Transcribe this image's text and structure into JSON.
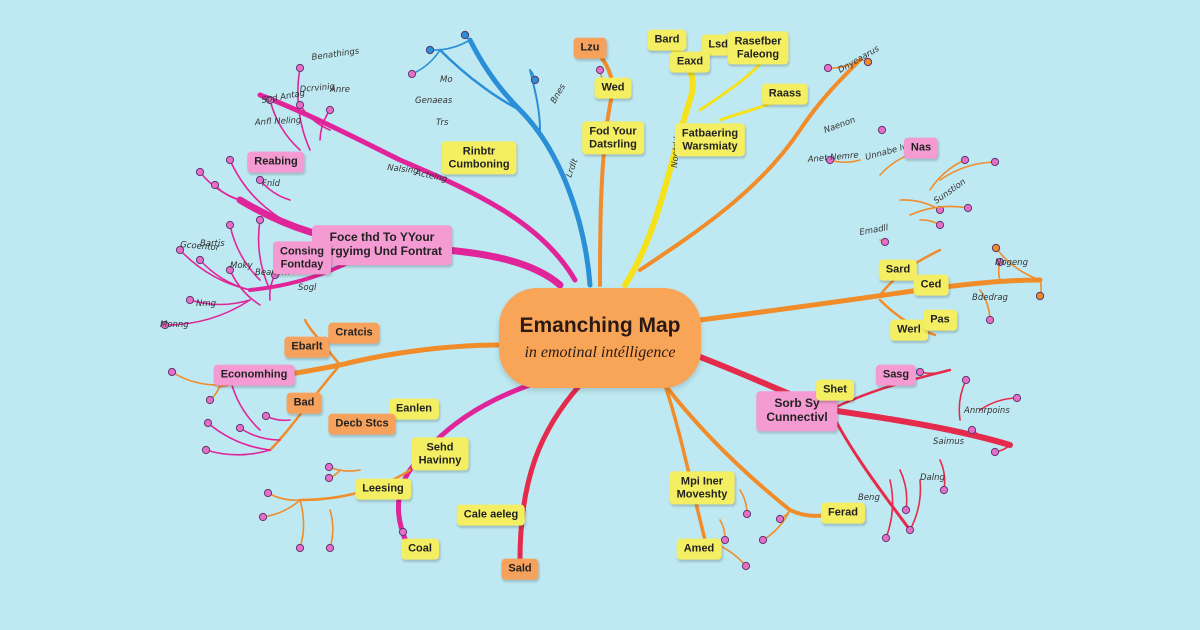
{
  "center": {
    "title": "Emanching Map",
    "subtitle": "in emotinal intélligence"
  },
  "branch_colors": {
    "magenta": "#e0259a",
    "blue": "#2a8fd6",
    "orange": "#f08c2a",
    "yellow": "#f5e21a",
    "red": "#e52b4b",
    "pink_dot": "#e66ec8",
    "center_fill": "#f8a558",
    "background": "#bfe9f2"
  },
  "nodes": [
    {
      "id": "face-the",
      "text": "Foce thd To YYour\nCrgyimg Und Fontrat",
      "color": "pink"
    },
    {
      "id": "rinbter",
      "text": "Rinbtr\nCumboning",
      "color": "yellow"
    },
    {
      "id": "fod-your",
      "text": "Fod Your\nDatsrling",
      "color": "yellow"
    },
    {
      "id": "fatbaering",
      "text": "Fatbaering\nWarsmiaty",
      "color": "yellow"
    },
    {
      "id": "sorb-sy",
      "text": "Sorb Sy\nCunnectivl",
      "color": "pink"
    },
    {
      "id": "sehd-hovinny",
      "text": "Sehd\nHavinny",
      "color": "yellow"
    },
    {
      "id": "mpi-iner",
      "text": "Mpi Iner\nMoveshty",
      "color": "yellow"
    },
    {
      "id": "economhing",
      "text": "Economhing",
      "color": "pink"
    },
    {
      "id": "reabing",
      "text": "Reabing",
      "color": "pink"
    },
    {
      "id": "consing",
      "text": "Consing\nFontday",
      "color": "pink"
    },
    {
      "id": "lzu",
      "text": "Lzu",
      "color": "orange"
    },
    {
      "id": "wed",
      "text": "Wed",
      "color": "yellow"
    },
    {
      "id": "bard",
      "text": "Bard",
      "color": "yellow"
    },
    {
      "id": "lsdt",
      "text": "Lsdt",
      "color": "yellow"
    },
    {
      "id": "rasefber",
      "text": "Rasefber\nFaleong",
      "color": "yellow"
    },
    {
      "id": "eaxd",
      "text": "Eaxd",
      "color": "yellow"
    },
    {
      "id": "raass",
      "text": "Raass",
      "color": "yellow"
    },
    {
      "id": "nas",
      "text": "Nas",
      "color": "pink"
    },
    {
      "id": "sard",
      "text": "Sard",
      "color": "yellow"
    },
    {
      "id": "ced",
      "text": "Ced",
      "color": "yellow"
    },
    {
      "id": "werl",
      "text": "Werl",
      "color": "yellow"
    },
    {
      "id": "pas",
      "text": "Pas",
      "color": "yellow"
    },
    {
      "id": "shet",
      "text": "Shet",
      "color": "yellow"
    },
    {
      "id": "sasg",
      "text": "Sasg",
      "color": "pink"
    },
    {
      "id": "ferad",
      "text": "Ferad",
      "color": "yellow"
    },
    {
      "id": "amed",
      "text": "Amed",
      "color": "yellow"
    },
    {
      "id": "sald",
      "text": "Sald",
      "color": "orange"
    },
    {
      "id": "cale-aeleg",
      "text": "Cale aeleg",
      "color": "yellow"
    },
    {
      "id": "coal",
      "text": "Coal",
      "color": "yellow"
    },
    {
      "id": "leesing",
      "text": "Leesing",
      "color": "yellow"
    },
    {
      "id": "eanlen",
      "text": "Eanlen",
      "color": "yellow"
    },
    {
      "id": "decsb-stcs",
      "text": "Decb Stcs",
      "color": "orange"
    },
    {
      "id": "bad",
      "text": "Bad",
      "color": "orange"
    },
    {
      "id": "ebarlt",
      "text": "Ebarlt",
      "color": "orange"
    },
    {
      "id": "cratcis",
      "text": "Cratcis",
      "color": "orange"
    }
  ],
  "scribbles": [
    "Benathings",
    "Dcrvinig",
    "Sbd Antag",
    "Anfl Neling",
    "Nalsing",
    "Fnld",
    "Anre",
    "Mo",
    "Genaeas",
    "Trs",
    "Actelng",
    "Gcoentor",
    "Bartis",
    "Moky",
    "Beanom",
    "Sogl",
    "Nmg",
    "Monng",
    "Bnes",
    "Lrdlt",
    "Noetdd",
    "Dnyeaarus",
    "Naenon",
    "Anet Nemre",
    "Unnabe lve",
    "Sunstion",
    "Emadll",
    "Nogeng",
    "Bdedrag",
    "Anmrpoins",
    "Saimus",
    "Dalng",
    "Beng"
  ]
}
